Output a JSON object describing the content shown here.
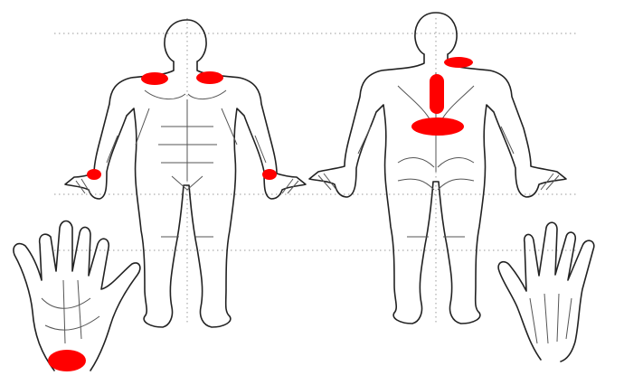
{
  "diagram": {
    "background_color": "#ffffff",
    "marker_color": "#ff0000",
    "guide_style": "dotted",
    "figures": [
      {
        "name": "anterior-body",
        "marked_regions": [
          "left-shoulder",
          "right-shoulder",
          "left-wrist",
          "right-wrist"
        ]
      },
      {
        "name": "posterior-body",
        "marked_regions": [
          "upper-back",
          "thoracic-spine",
          "lower-back"
        ]
      },
      {
        "name": "palm-left-hand",
        "marked_regions": [
          "wrist-base"
        ]
      },
      {
        "name": "back-right-hand",
        "marked_regions": []
      }
    ]
  }
}
